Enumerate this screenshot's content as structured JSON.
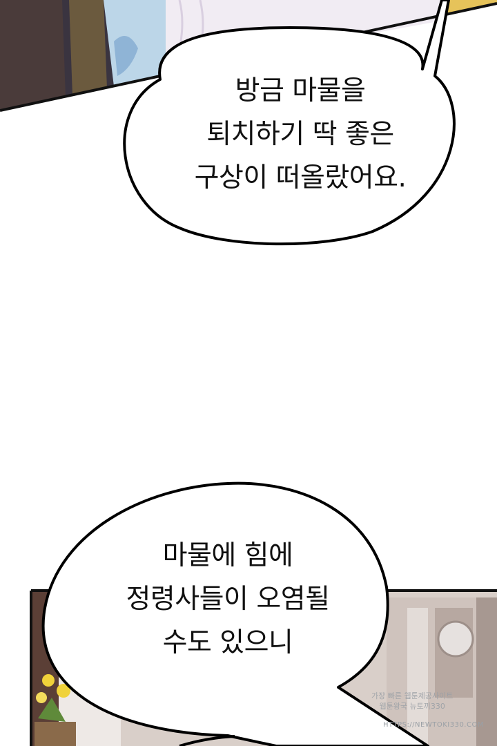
{
  "panel_top": {
    "bubble_lines": [
      "방금 마물을",
      "퇴치하기 딱 좋은",
      "구상이 떠올랐어요."
    ]
  },
  "panel_bottom": {
    "bubble_lines": [
      "마물에 힘에",
      "정령사들이 오염될",
      "수도 있으니"
    ]
  },
  "watermark": {
    "line1": "가장 빠른 웹툰제공사이트",
    "line2": "웹툰왕국 뉴토끼330",
    "url": "HTTPS://NEWTOKI330.COM"
  },
  "colors": {
    "outline": "#000000",
    "frame_dark": "#2a2a32",
    "room_wall": "#d9cfc9",
    "curtain": "#e8e1de",
    "flowers": "#f0d23a",
    "leaves": "#5f8a3a"
  }
}
